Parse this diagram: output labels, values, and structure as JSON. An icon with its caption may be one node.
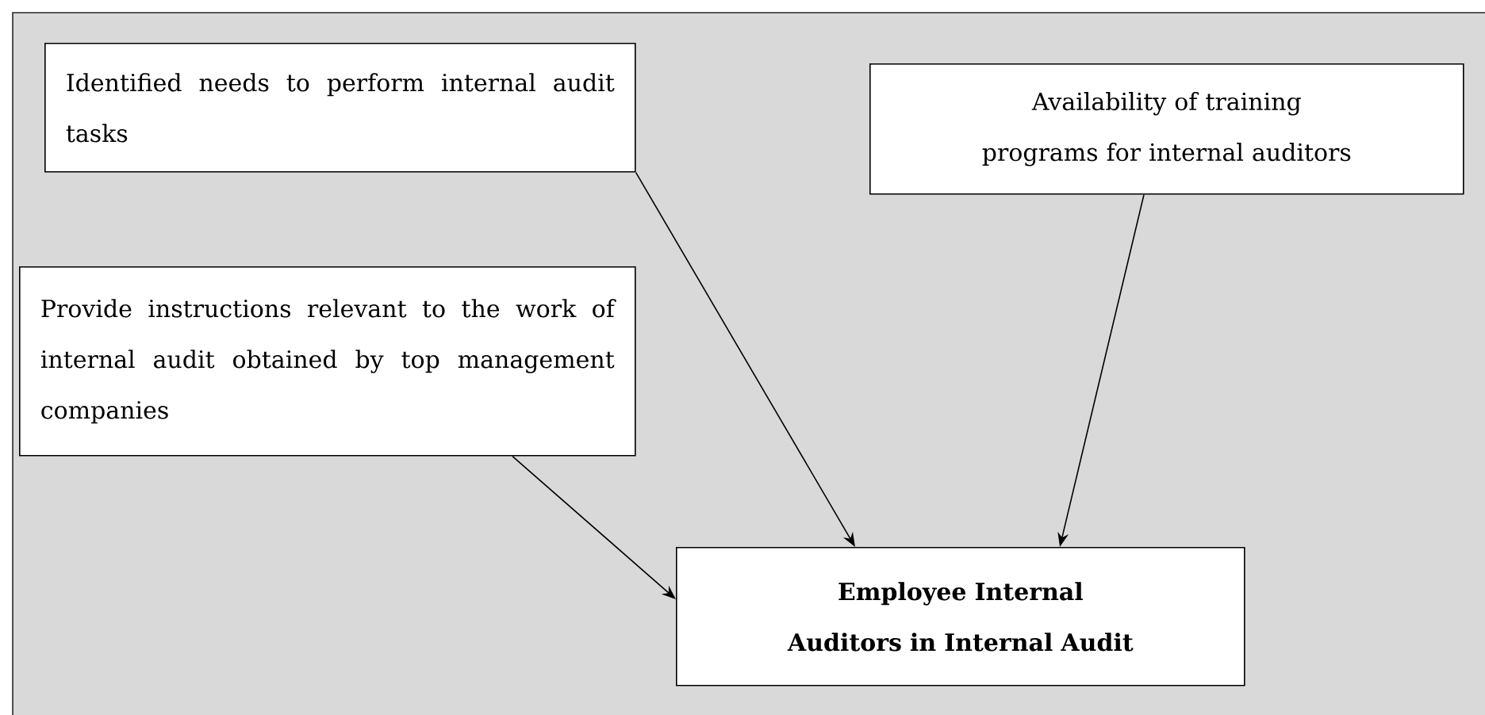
{
  "diagram": {
    "nodes": [
      {
        "text": [
          "Identified needs to perform internal audit tasks"
        ]
      },
      {
        "text": [
          "Availability of training programs for internal auditors"
        ]
      },
      {
        "text": [
          "Provide instructions relevant to the work of internal audit obtained by top management companies"
        ]
      },
      {
        "text": [
          "Employee Internal Auditors in Internal Audit"
        ]
      }
    ],
    "edges": [
      {
        "from": 0,
        "to": 3,
        "arrow": "to"
      },
      {
        "from": 1,
        "to": 3,
        "arrow": "to"
      },
      {
        "from": 2,
        "to": 3,
        "arrow": "to"
      }
    ]
  }
}
